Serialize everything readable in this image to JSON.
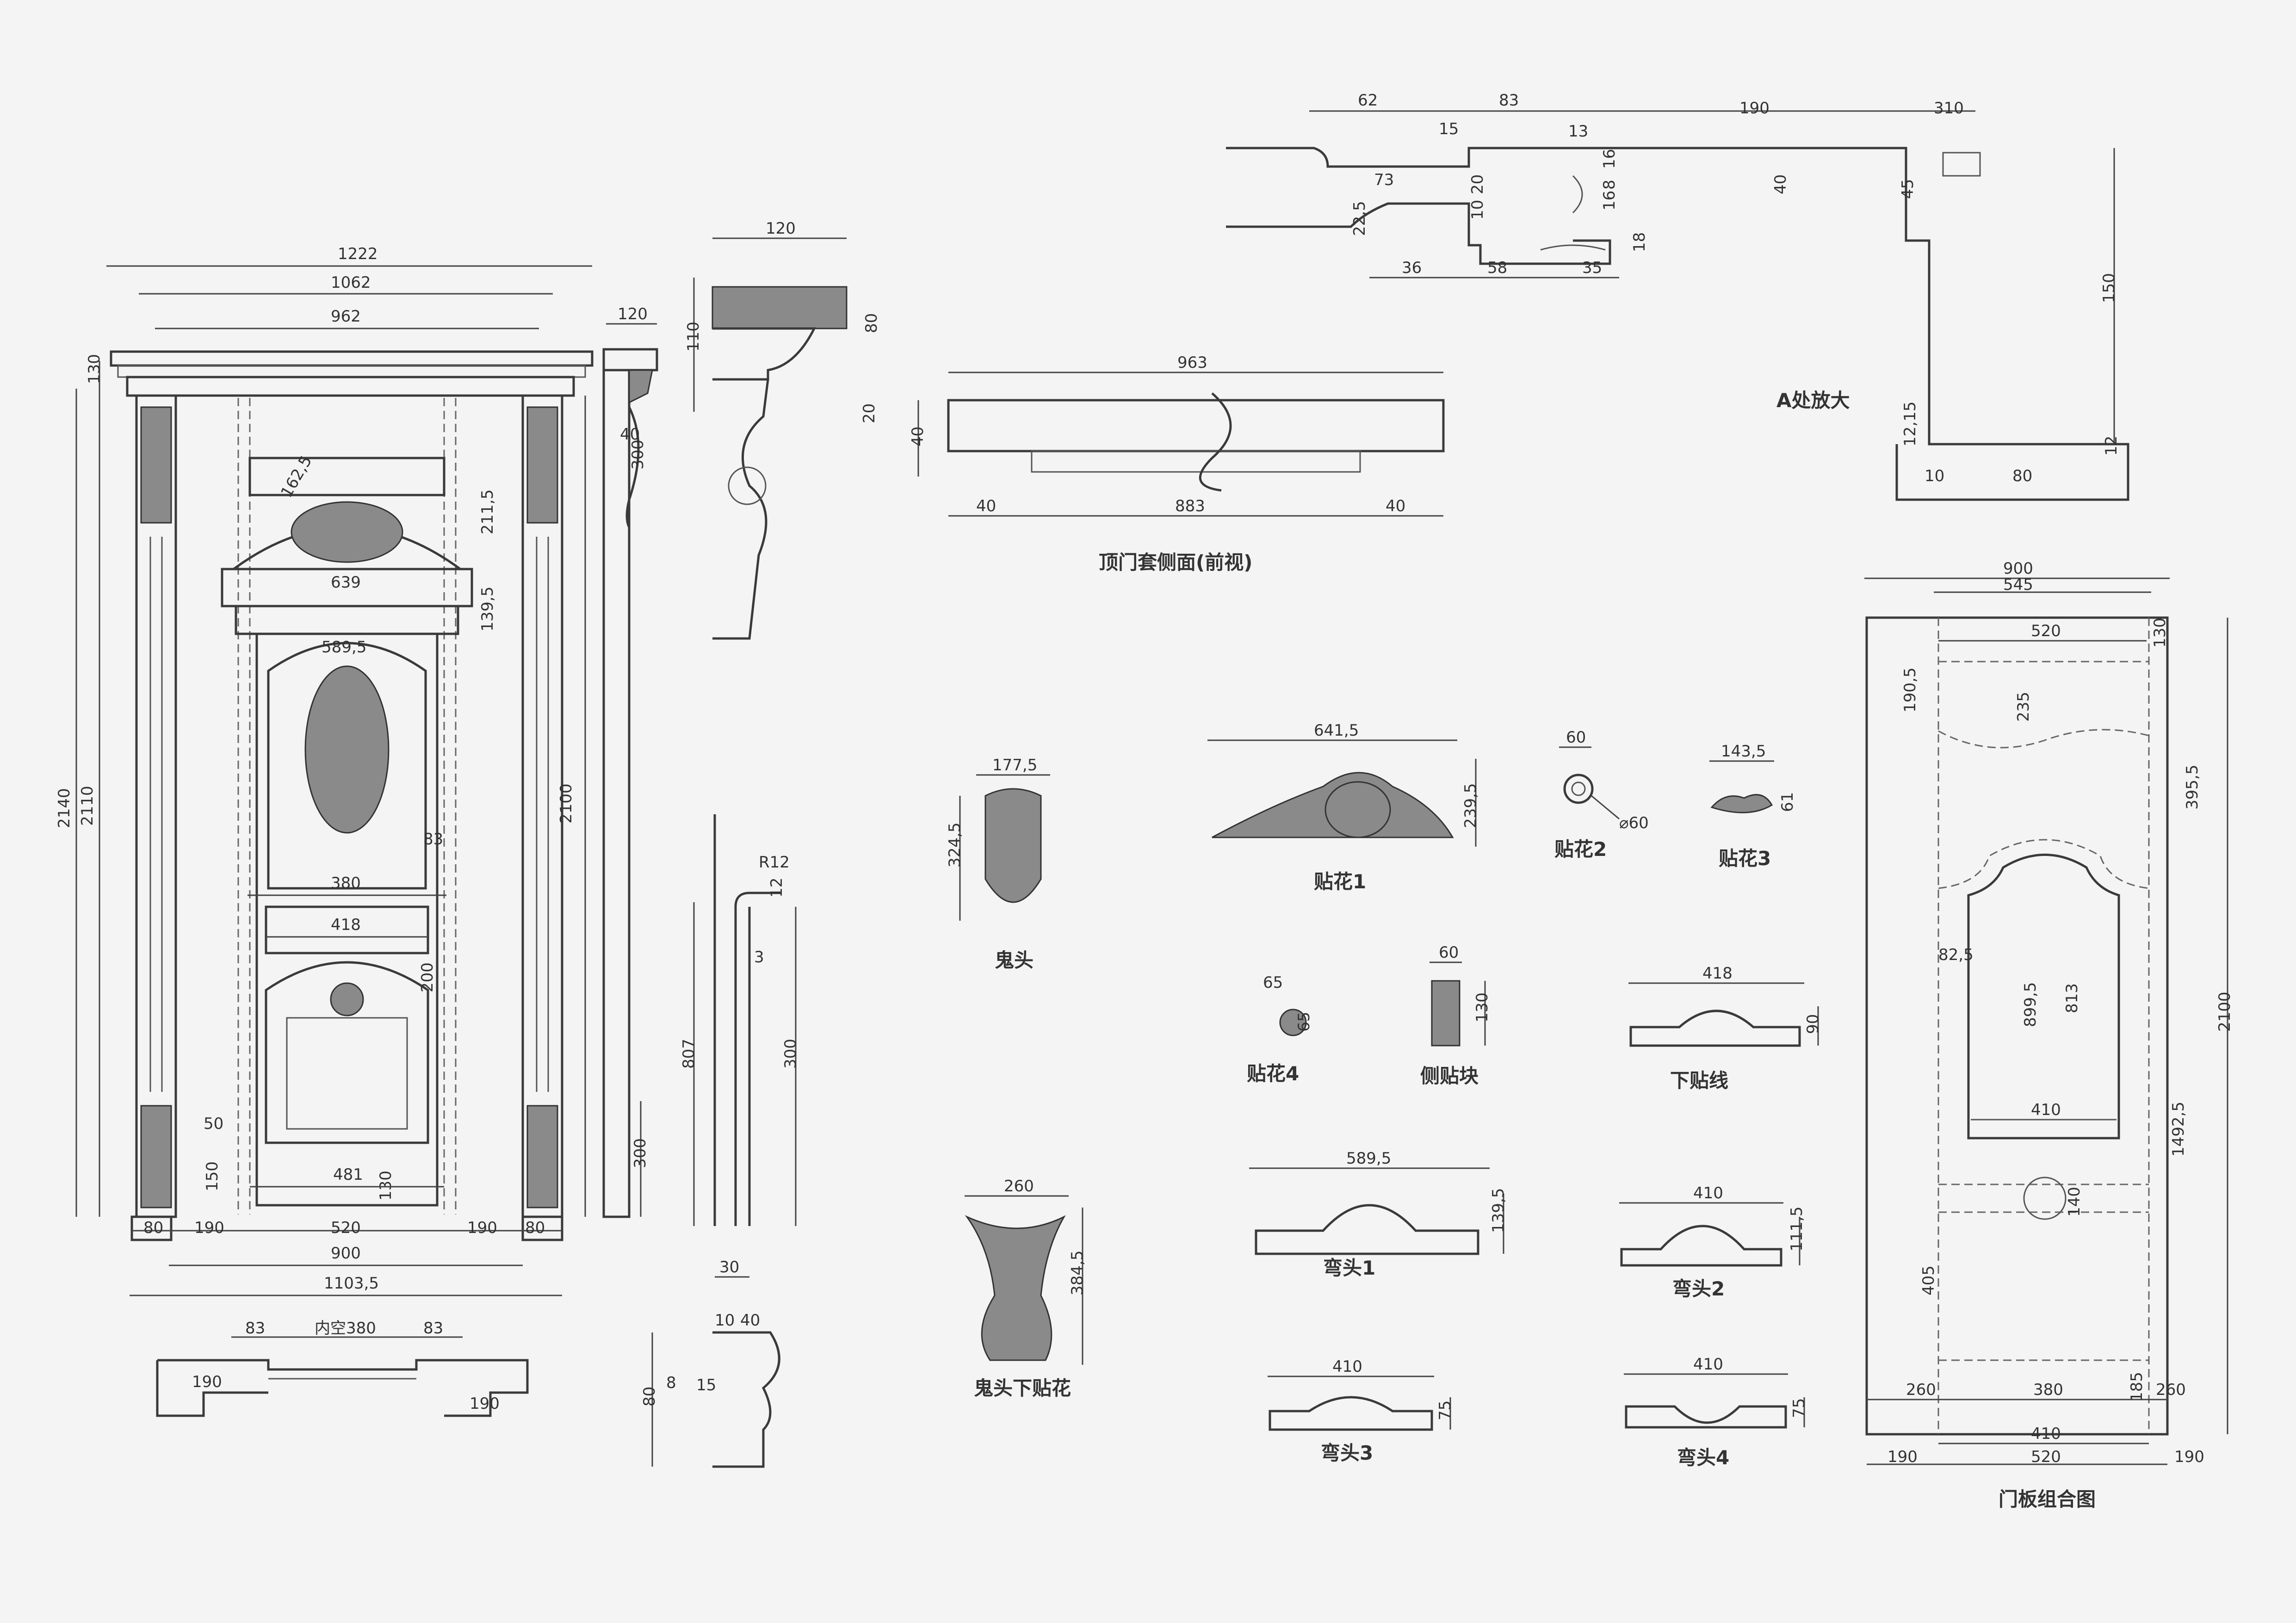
{
  "door": {
    "dims_top": [
      "1222",
      "1062",
      "962"
    ],
    "dims_left": [
      "130",
      "2140",
      "2110"
    ],
    "dims_inner": [
      "162,5",
      "211,5",
      "639",
      "139,5",
      "589,5",
      "83",
      "380",
      "418",
      "200",
      "50",
      "150",
      "481",
      "130"
    ],
    "dims_bottom": [
      "80",
      "190",
      "520",
      "190",
      "80"
    ],
    "dims_total": [
      "900",
      "1103,5"
    ],
    "dim_right": "2100"
  },
  "plan": {
    "clear": "内空380",
    "left_83": "83",
    "right_83": "83",
    "left_190": "190",
    "right_190": "190"
  },
  "side_narrow": {
    "w": "120",
    "d40": "40",
    "d300": "300",
    "d300b": "300"
  },
  "cornice": {
    "w": "120",
    "h110": "110",
    "h80": "80",
    "h20": "20"
  },
  "front_view": {
    "title": "顶门套侧面(前视)",
    "w": "963",
    "h": "40",
    "left": "40",
    "mid": "883",
    "right": "40"
  },
  "jamb": {
    "r": "R12",
    "d12": "12",
    "d3": "3",
    "h807": "807",
    "h300": "300",
    "w30": "30",
    "d10": "10",
    "d40": "40",
    "d8": "8",
    "d15": "15",
    "h80": "80"
  },
  "detail_a": {
    "title": "A处放大",
    "top": [
      "62",
      "83",
      "190",
      "310"
    ],
    "sub": [
      "15",
      "13",
      "73",
      "20",
      "10",
      "16",
      "8",
      "16",
      "40",
      "45",
      "22,5",
      "18",
      "36",
      "58",
      "35",
      "150",
      "12,15",
      "10",
      "80",
      "12"
    ]
  },
  "parts": {
    "guitou": {
      "name": "鬼头",
      "w": "177,5",
      "h": "324,5"
    },
    "tiehua1": {
      "name": "贴花1",
      "w": "641,5",
      "h": "239,5"
    },
    "tiehua2": {
      "name": "贴花2",
      "w": "60",
      "dia": "⌀60"
    },
    "tiehua3": {
      "name": "贴花3",
      "w": "143,5",
      "h": "61"
    },
    "tiehua4": {
      "name": "贴花4",
      "w": "65",
      "h": "65"
    },
    "cetiekuai": {
      "name": "侧贴块",
      "w": "60",
      "h": "130"
    },
    "xiatiexian": {
      "name": "下贴线",
      "w": "418",
      "h": "90"
    },
    "guitou_xia": {
      "name": "鬼头下贴花",
      "w": "260",
      "h": "384,5"
    },
    "wantou1": {
      "name": "弯头1",
      "w": "589,5",
      "h": "139,5"
    },
    "wantou2": {
      "name": "弯头2",
      "w": "410",
      "h": "111,5"
    },
    "wantou3": {
      "name": "弯头3",
      "w": "410",
      "h": "75"
    },
    "wantou4": {
      "name": "弯头4",
      "w": "410",
      "h": "75"
    }
  },
  "panel": {
    "title": "门板组合图",
    "top": [
      "900",
      "545",
      "520",
      "130"
    ],
    "side": [
      "190,5",
      "235",
      "395,5",
      "82,5",
      "899,5",
      "813",
      "410",
      "140",
      "1492,5",
      "405",
      "2100"
    ],
    "bottom": [
      "260",
      "380",
      "185",
      "260",
      "410",
      "190",
      "520",
      "190"
    ]
  }
}
